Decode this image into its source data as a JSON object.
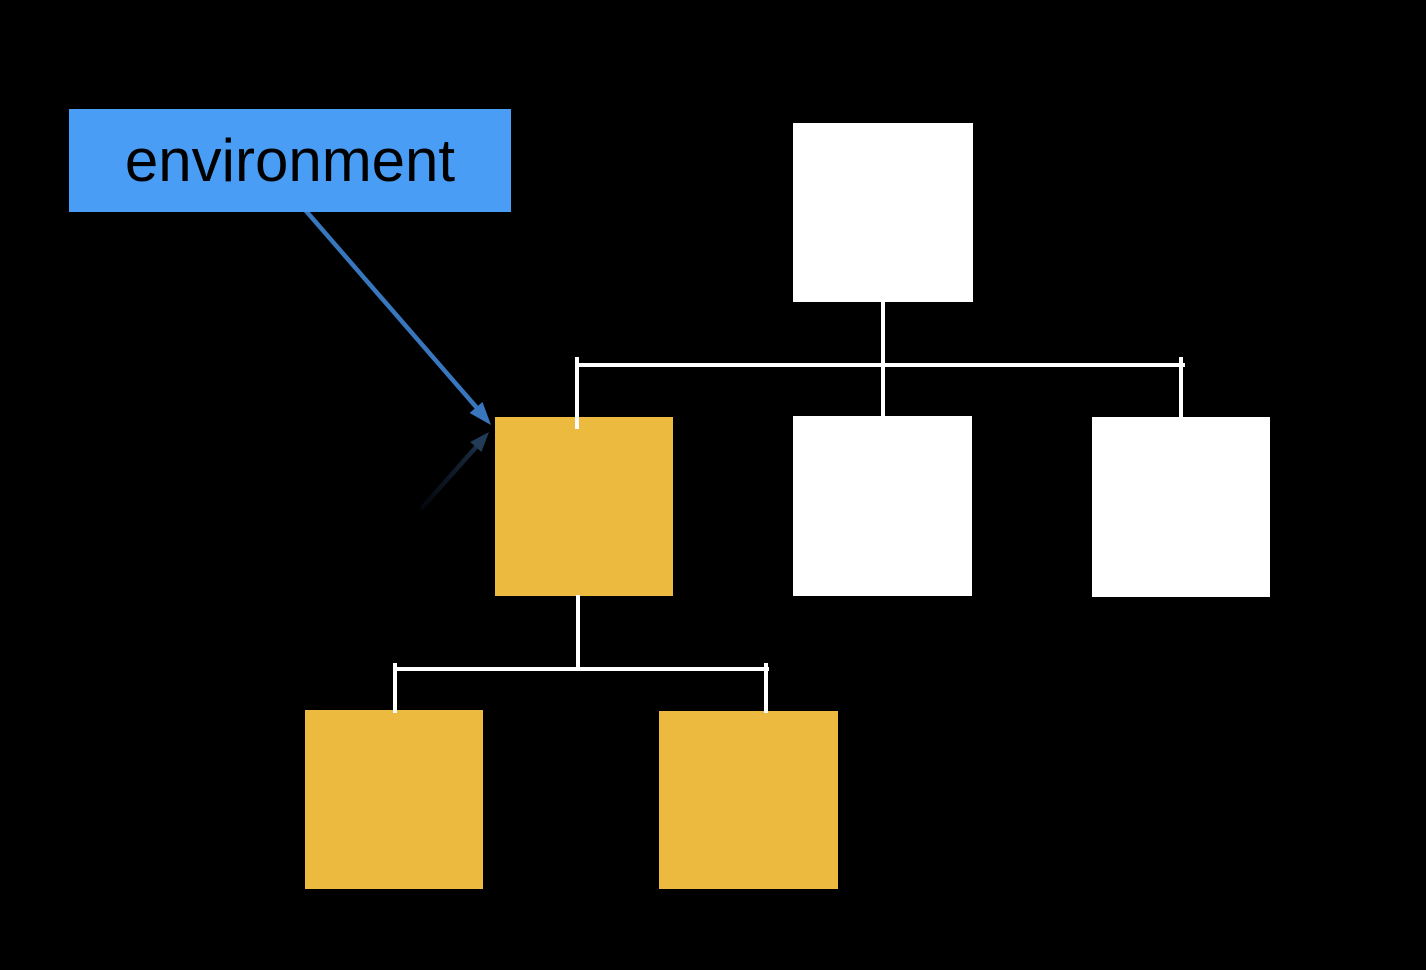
{
  "annotation": {
    "text": "environment"
  },
  "colors": {
    "background": "#000000",
    "node_fill_default": "#ffffff",
    "node_fill_highlight": "#edba40",
    "annotation_fill": "#4a9df5",
    "annotation_text": "#000000",
    "connector": "#ffffff",
    "arrow": "#3876be",
    "arrow_reflection_head": "#223c58",
    "arrow_reflection_tail": "#0b1625"
  },
  "tree": {
    "nodes": [
      {
        "id": "root",
        "row": 1,
        "variant": "default"
      },
      {
        "id": "mid-left",
        "row": 2,
        "variant": "highlight",
        "annotated": true
      },
      {
        "id": "mid-center",
        "row": 2,
        "variant": "default"
      },
      {
        "id": "mid-right",
        "row": 2,
        "variant": "default"
      },
      {
        "id": "bottom-left",
        "row": 3,
        "variant": "highlight"
      },
      {
        "id": "bottom-right",
        "row": 3,
        "variant": "highlight"
      }
    ]
  }
}
